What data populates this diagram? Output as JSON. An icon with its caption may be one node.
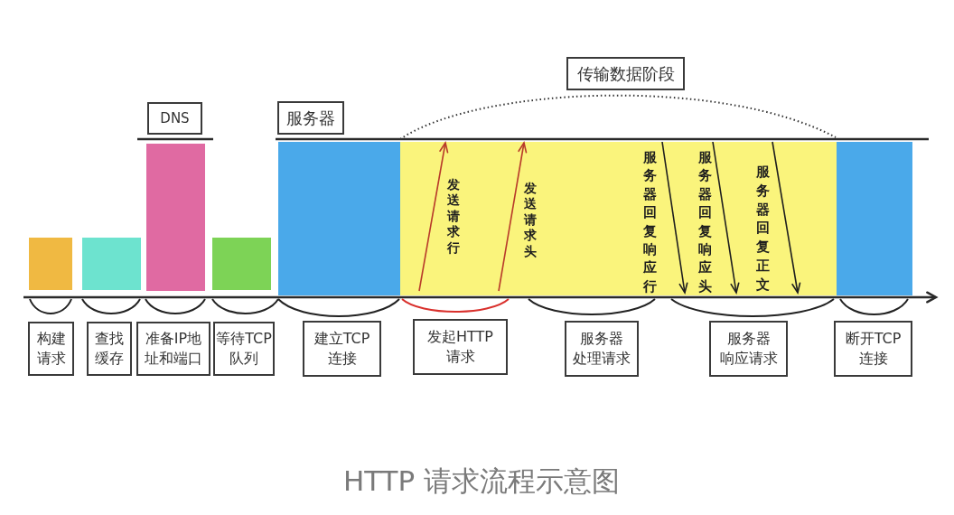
{
  "diagram": {
    "caption": "HTTP 请求流程示意图",
    "nodes": [
      {
        "text": [
          "传输数据阶段"
        ]
      },
      {
        "text": [
          "DNS"
        ]
      },
      {
        "text": [
          "服务器"
        ]
      },
      {
        "text": [],
        "shape": "bar"
      },
      {
        "text": [],
        "shape": "bar"
      },
      {
        "text": [],
        "shape": "bar"
      },
      {
        "text": [],
        "shape": "bar"
      },
      {
        "text": [],
        "shape": "bar"
      },
      {
        "text": [],
        "shape": "bar"
      },
      {
        "text": [],
        "shape": "bar"
      },
      {
        "text": [
          "构建请求"
        ]
      },
      {
        "text": [
          "查找缓存"
        ]
      },
      {
        "text": [
          "准备IP地址和端口"
        ]
      },
      {
        "text": [
          "等待TCP队列"
        ]
      },
      {
        "text": [
          "建立TCP连接"
        ]
      },
      {
        "text": [
          "发起HTTP请求"
        ]
      },
      {
        "text": [
          "服务器处理请求"
        ]
      },
      {
        "text": [
          "服务器响应请求"
        ]
      },
      {
        "text": [
          "断开TCP连接"
        ]
      }
    ],
    "labels": [
      "发送请求行",
      "发送请求头",
      "服务器回复响应行",
      "服务器回复响应头",
      "服务器回复正文"
    ]
  }
}
